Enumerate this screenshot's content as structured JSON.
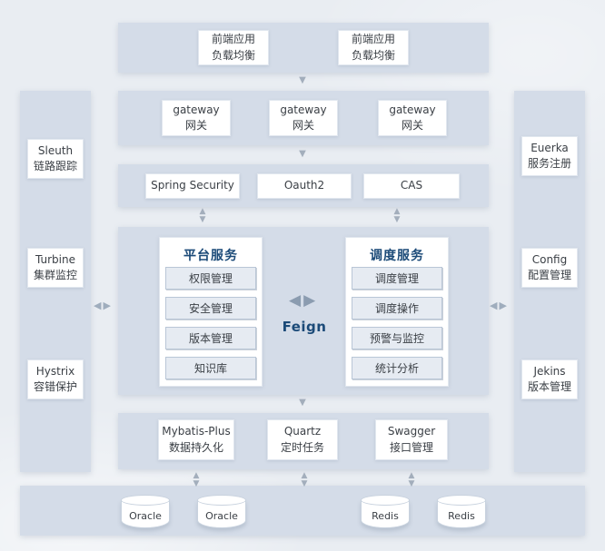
{
  "colors": {
    "background": "#e9edf2",
    "band": "#d4dce8",
    "box_background": "#ffffff",
    "item_background": "#e6ebf2",
    "accent_blue": "#1b4a78",
    "arrow_gray": "#a3aebc",
    "text": "#3a3f45"
  },
  "icons": {
    "down_arrow": "▼",
    "up_arrow": "▲",
    "left_arrow": "◀",
    "right_arrow": "▶"
  },
  "frontend": {
    "boxes": [
      {
        "line1": "前端应用",
        "line2": "负载均衡"
      },
      {
        "line1": "前端应用",
        "line2": "负载均衡"
      }
    ]
  },
  "gateway": {
    "boxes": [
      {
        "line1": "gateway",
        "line2": "网关"
      },
      {
        "line1": "gateway",
        "line2": "网关"
      },
      {
        "line1": "gateway",
        "line2": "网关"
      }
    ]
  },
  "auth": {
    "boxes": [
      "Spring Security",
      "Oauth2",
      "CAS"
    ]
  },
  "platform": {
    "title": "平台服务",
    "items": [
      "权限管理",
      "安全管理",
      "版本管理",
      "知识库"
    ]
  },
  "schedule": {
    "title": "调度服务",
    "items": [
      "调度管理",
      "调度操作",
      "预警与监控",
      "统计分析"
    ]
  },
  "feign": {
    "label": "Feign"
  },
  "middleware": {
    "boxes": [
      {
        "line1": "Mybatis-Plus",
        "line2": "数据持久化"
      },
      {
        "line1": "Quartz",
        "line2": "定时任务"
      },
      {
        "line1": "Swagger",
        "line2": "接口管理"
      }
    ]
  },
  "databases": [
    "Oracle",
    "Oracle",
    "Redis",
    "Redis"
  ],
  "left_sidebar": [
    {
      "line1": "Sleuth",
      "line2": "链路跟踪"
    },
    {
      "line1": "Turbine",
      "line2": "集群监控"
    },
    {
      "line1": "Hystrix",
      "line2": "容错保护"
    }
  ],
  "right_sidebar": [
    {
      "line1": "Euerka",
      "line2": "服务注册"
    },
    {
      "line1": "Config",
      "line2": "配置管理"
    },
    {
      "line1": "Jekins",
      "line2": "版本管理"
    }
  ]
}
